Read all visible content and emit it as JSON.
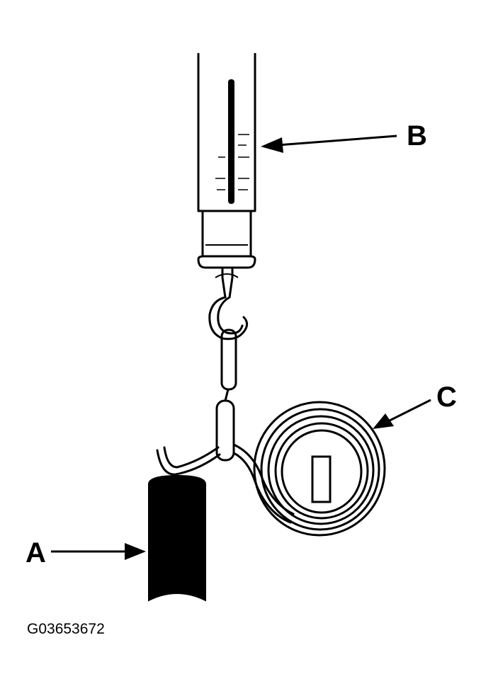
{
  "labels": {
    "a": "A",
    "b": "B",
    "c": "C"
  },
  "figure_id": "G03653672",
  "colors": {
    "ink": "#000000",
    "paper": "#ffffff"
  }
}
